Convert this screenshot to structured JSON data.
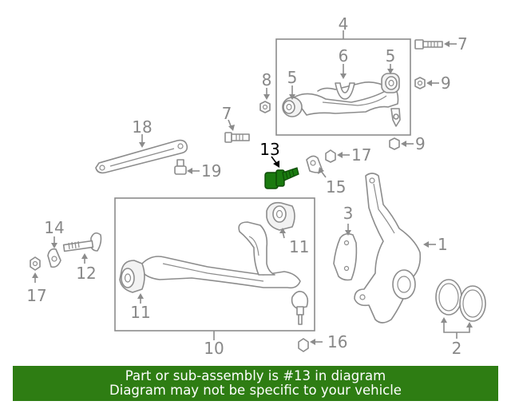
{
  "diagram": {
    "callouts": [
      "1",
      "2",
      "3",
      "4",
      "5",
      "5",
      "6",
      "7",
      "7",
      "8",
      "9",
      "9",
      "10",
      "11",
      "11",
      "12",
      "13",
      "14",
      "15",
      "16",
      "17",
      "17",
      "18",
      "19"
    ],
    "highlighted_callout": "13",
    "highlight_color": "#1a7a0f"
  },
  "banner": {
    "line1": "Part or sub-assembly is #13 in diagram",
    "line2": "Diagram may not be specific to your vehicle",
    "background": "#2e7d13"
  }
}
